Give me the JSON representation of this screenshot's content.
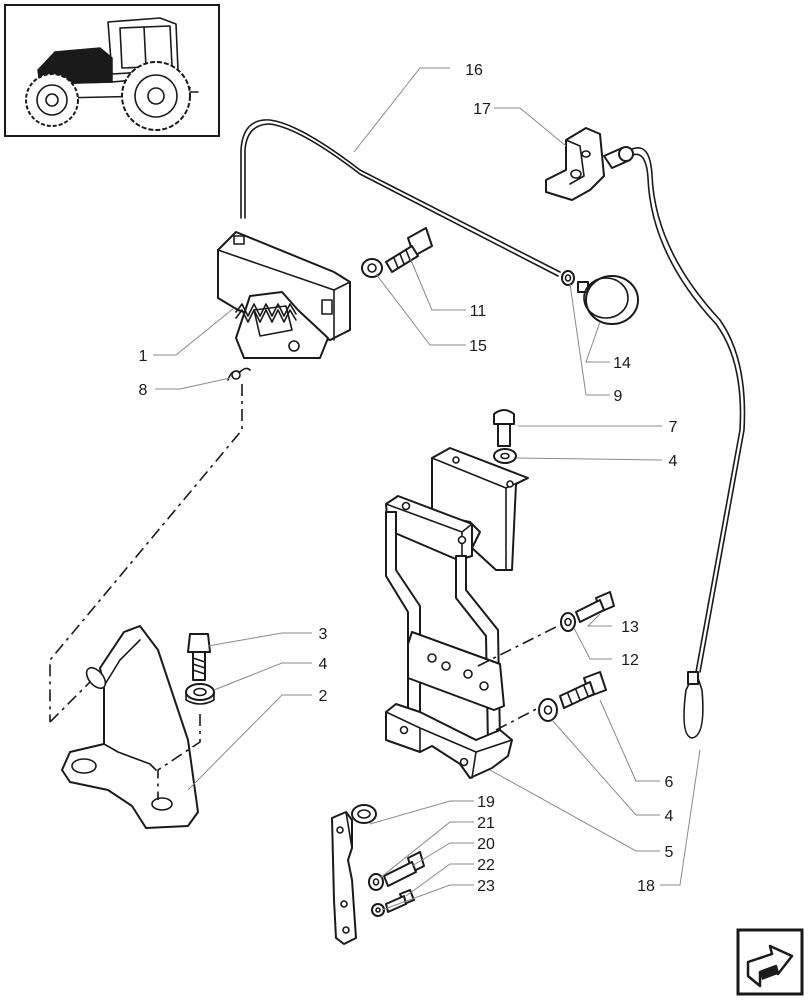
{
  "diagram": {
    "labels": [
      "1",
      "2",
      "3",
      "4",
      "4",
      "4",
      "5",
      "6",
      "7",
      "8",
      "9",
      "11",
      "12",
      "13",
      "14",
      "15",
      "16",
      "17",
      "18",
      "19",
      "20",
      "21",
      "22",
      "23"
    ],
    "thumbnail": {
      "icon": "tractor-icon"
    },
    "nav": {
      "icon": "next-page-arrow-icon"
    }
  }
}
